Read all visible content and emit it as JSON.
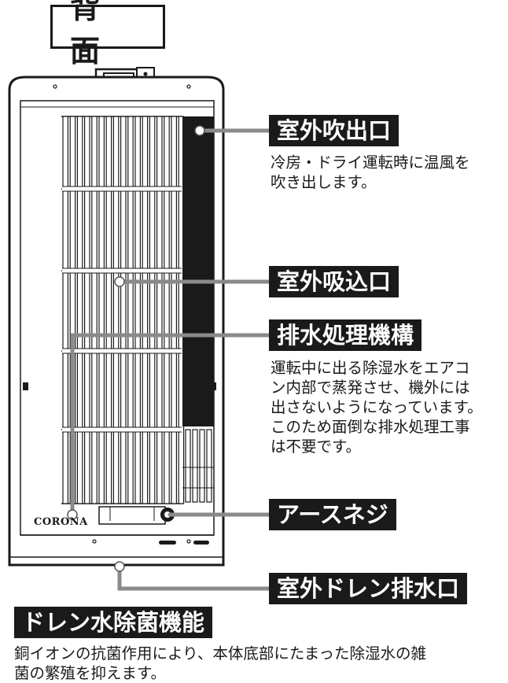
{
  "title": "背 面",
  "brand": "CORONA",
  "callouts": {
    "outlet": {
      "label": "室外吹出口",
      "desc": "冷房・ドライ運転時に温風を\n吹き出します。"
    },
    "intake": {
      "label": "室外吸込口"
    },
    "drain_mech": {
      "label": "排水処理機構",
      "desc": "運転中に出る除湿水をエアコ\nン内部で蒸発させ、機外には\n出さないようになっています。\nこのため面倒な排水処理工事\nは不要です。"
    },
    "ground": {
      "label": "アースネジ"
    },
    "drain_port": {
      "label": "室外ドレン排水口"
    }
  },
  "feature": {
    "label": "ドレン水除菌機能",
    "desc": "銅イオンの抗菌作用により、本体底部にたまった除湿水の雑\n菌の繁殖を抑えます。"
  },
  "colors": {
    "ink": "#1a1a1a",
    "paper": "#ffffff",
    "leader": "#888888"
  }
}
